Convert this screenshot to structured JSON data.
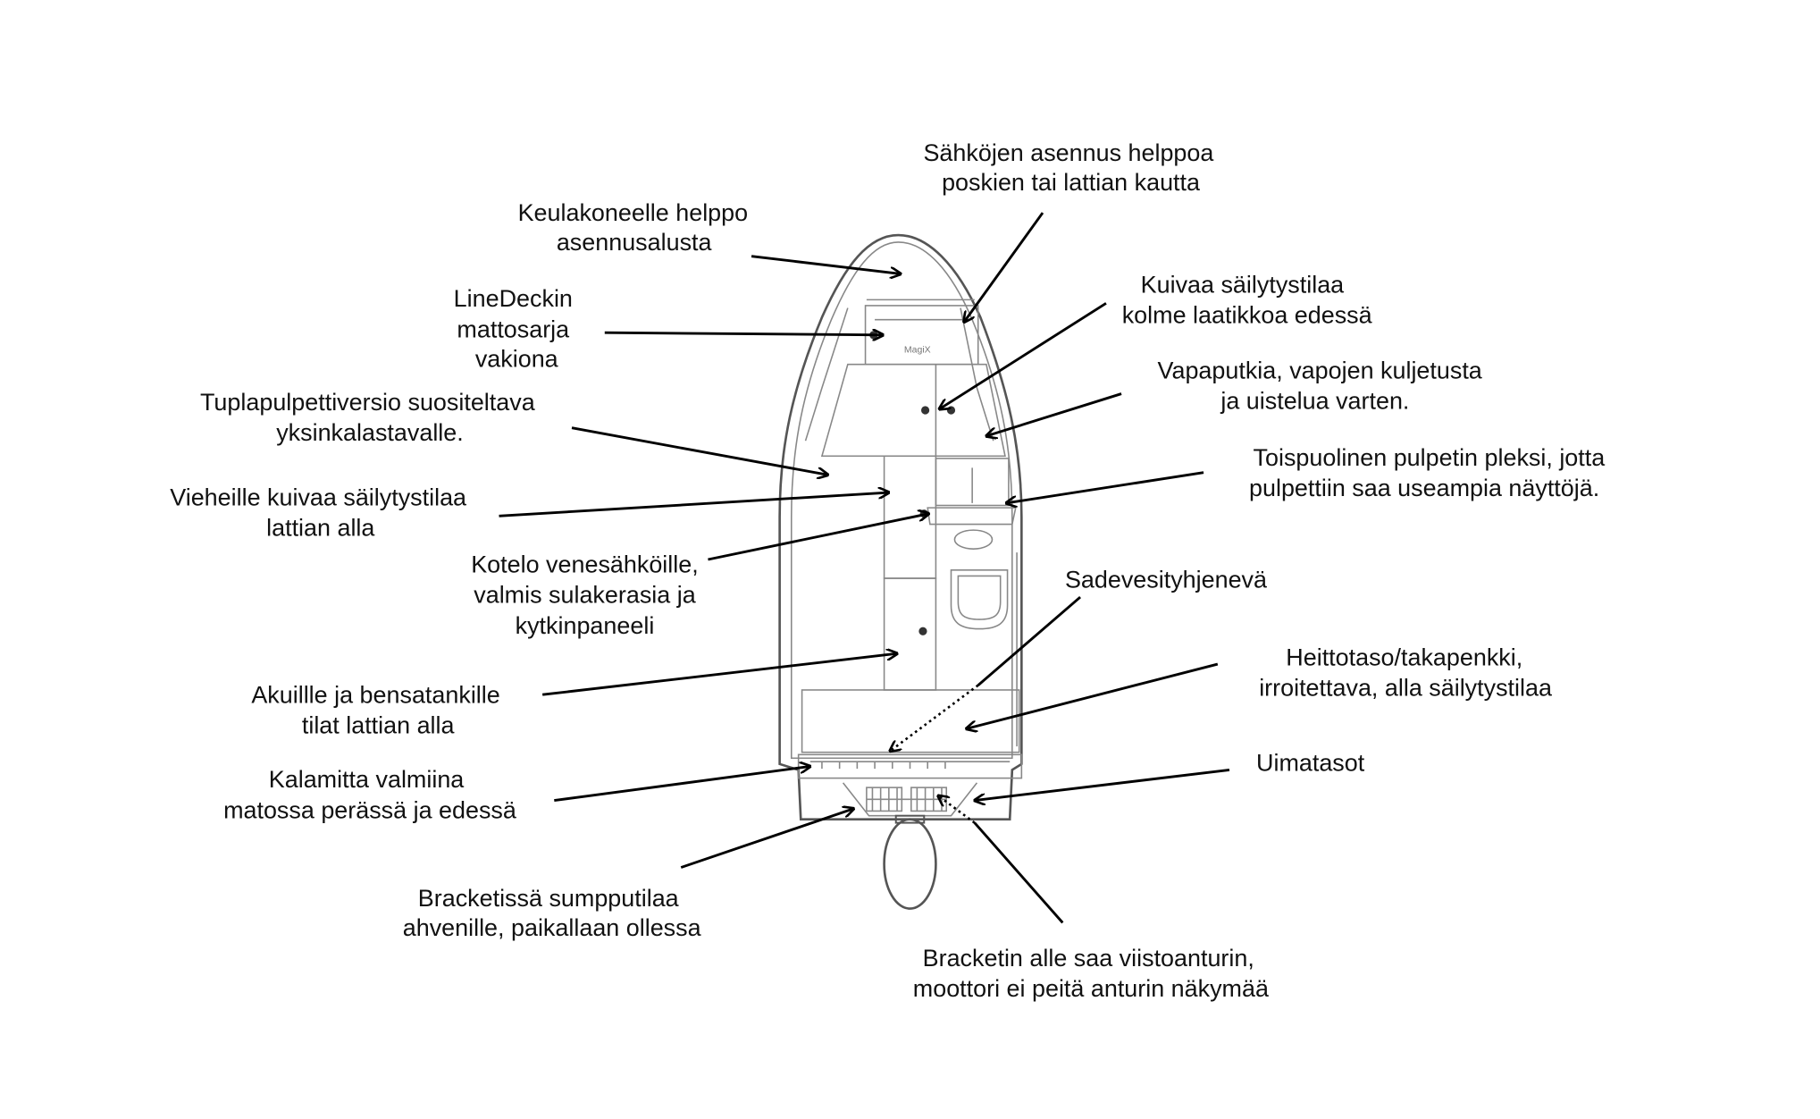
{
  "labels": [
    {
      "id": "electrical-install",
      "lines": [
        "Sähköjen asennus helppoa",
        "poskien tai lattian kautta"
      ]
    },
    {
      "id": "bow-motor-mount",
      "lines": [
        "Keulakoneelle helppo",
        "asennusalusta"
      ]
    },
    {
      "id": "linedeck-mat",
      "lines": [
        "LineDeckin",
        "mattosarja",
        "vakiona"
      ]
    },
    {
      "id": "front-dry-storage",
      "lines": [
        "Kuivaa säilytystilaa",
        "kolme laatikkoa edessä"
      ]
    },
    {
      "id": "rod-tubes",
      "lines": [
        "Vapaputkia, vapojen kuljetusta",
        "ja uistelua varten."
      ]
    },
    {
      "id": "double-console",
      "lines": [
        "Tuplapulpettiversio suositeltava",
        "yksinkalastavalle."
      ]
    },
    {
      "id": "console-plexi",
      "lines": [
        "Toispuolinen pulpetin pleksi, jotta",
        "pulpettiin saa useampia näyttöjä."
      ]
    },
    {
      "id": "lure-storage",
      "lines": [
        "Vieheille kuivaa säilytystilaa",
        "lattian alla"
      ]
    },
    {
      "id": "electrics-box",
      "lines": [
        "Kotelo venesähköille,",
        "valmis sulakerasia ja",
        "kytkinpaneeli"
      ]
    },
    {
      "id": "self-draining",
      "lines": [
        "Sadevesityhjenevä"
      ]
    },
    {
      "id": "rear-bench",
      "lines": [
        "Heittotaso/takapenkki,",
        "irroitettava, alla säilytystilaa"
      ]
    },
    {
      "id": "battery-tank",
      "lines": [
        "Akuillle ja bensatankille",
        "tilat lattian alla"
      ]
    },
    {
      "id": "swim-platforms",
      "lines": [
        "Uimatasot"
      ]
    },
    {
      "id": "fish-ruler",
      "lines": [
        "Kalamitta valmiina",
        "matossa perässä ja edessä"
      ]
    },
    {
      "id": "bracket-livewell",
      "lines": [
        "Bracketissä sumpputilaa",
        "ahvenille, paikallaan ollessa"
      ]
    },
    {
      "id": "bracket-transducer",
      "lines": [
        "Bracketin alle saa viistoanturin,",
        "moottori ei peitä anturin näkymää"
      ]
    }
  ]
}
